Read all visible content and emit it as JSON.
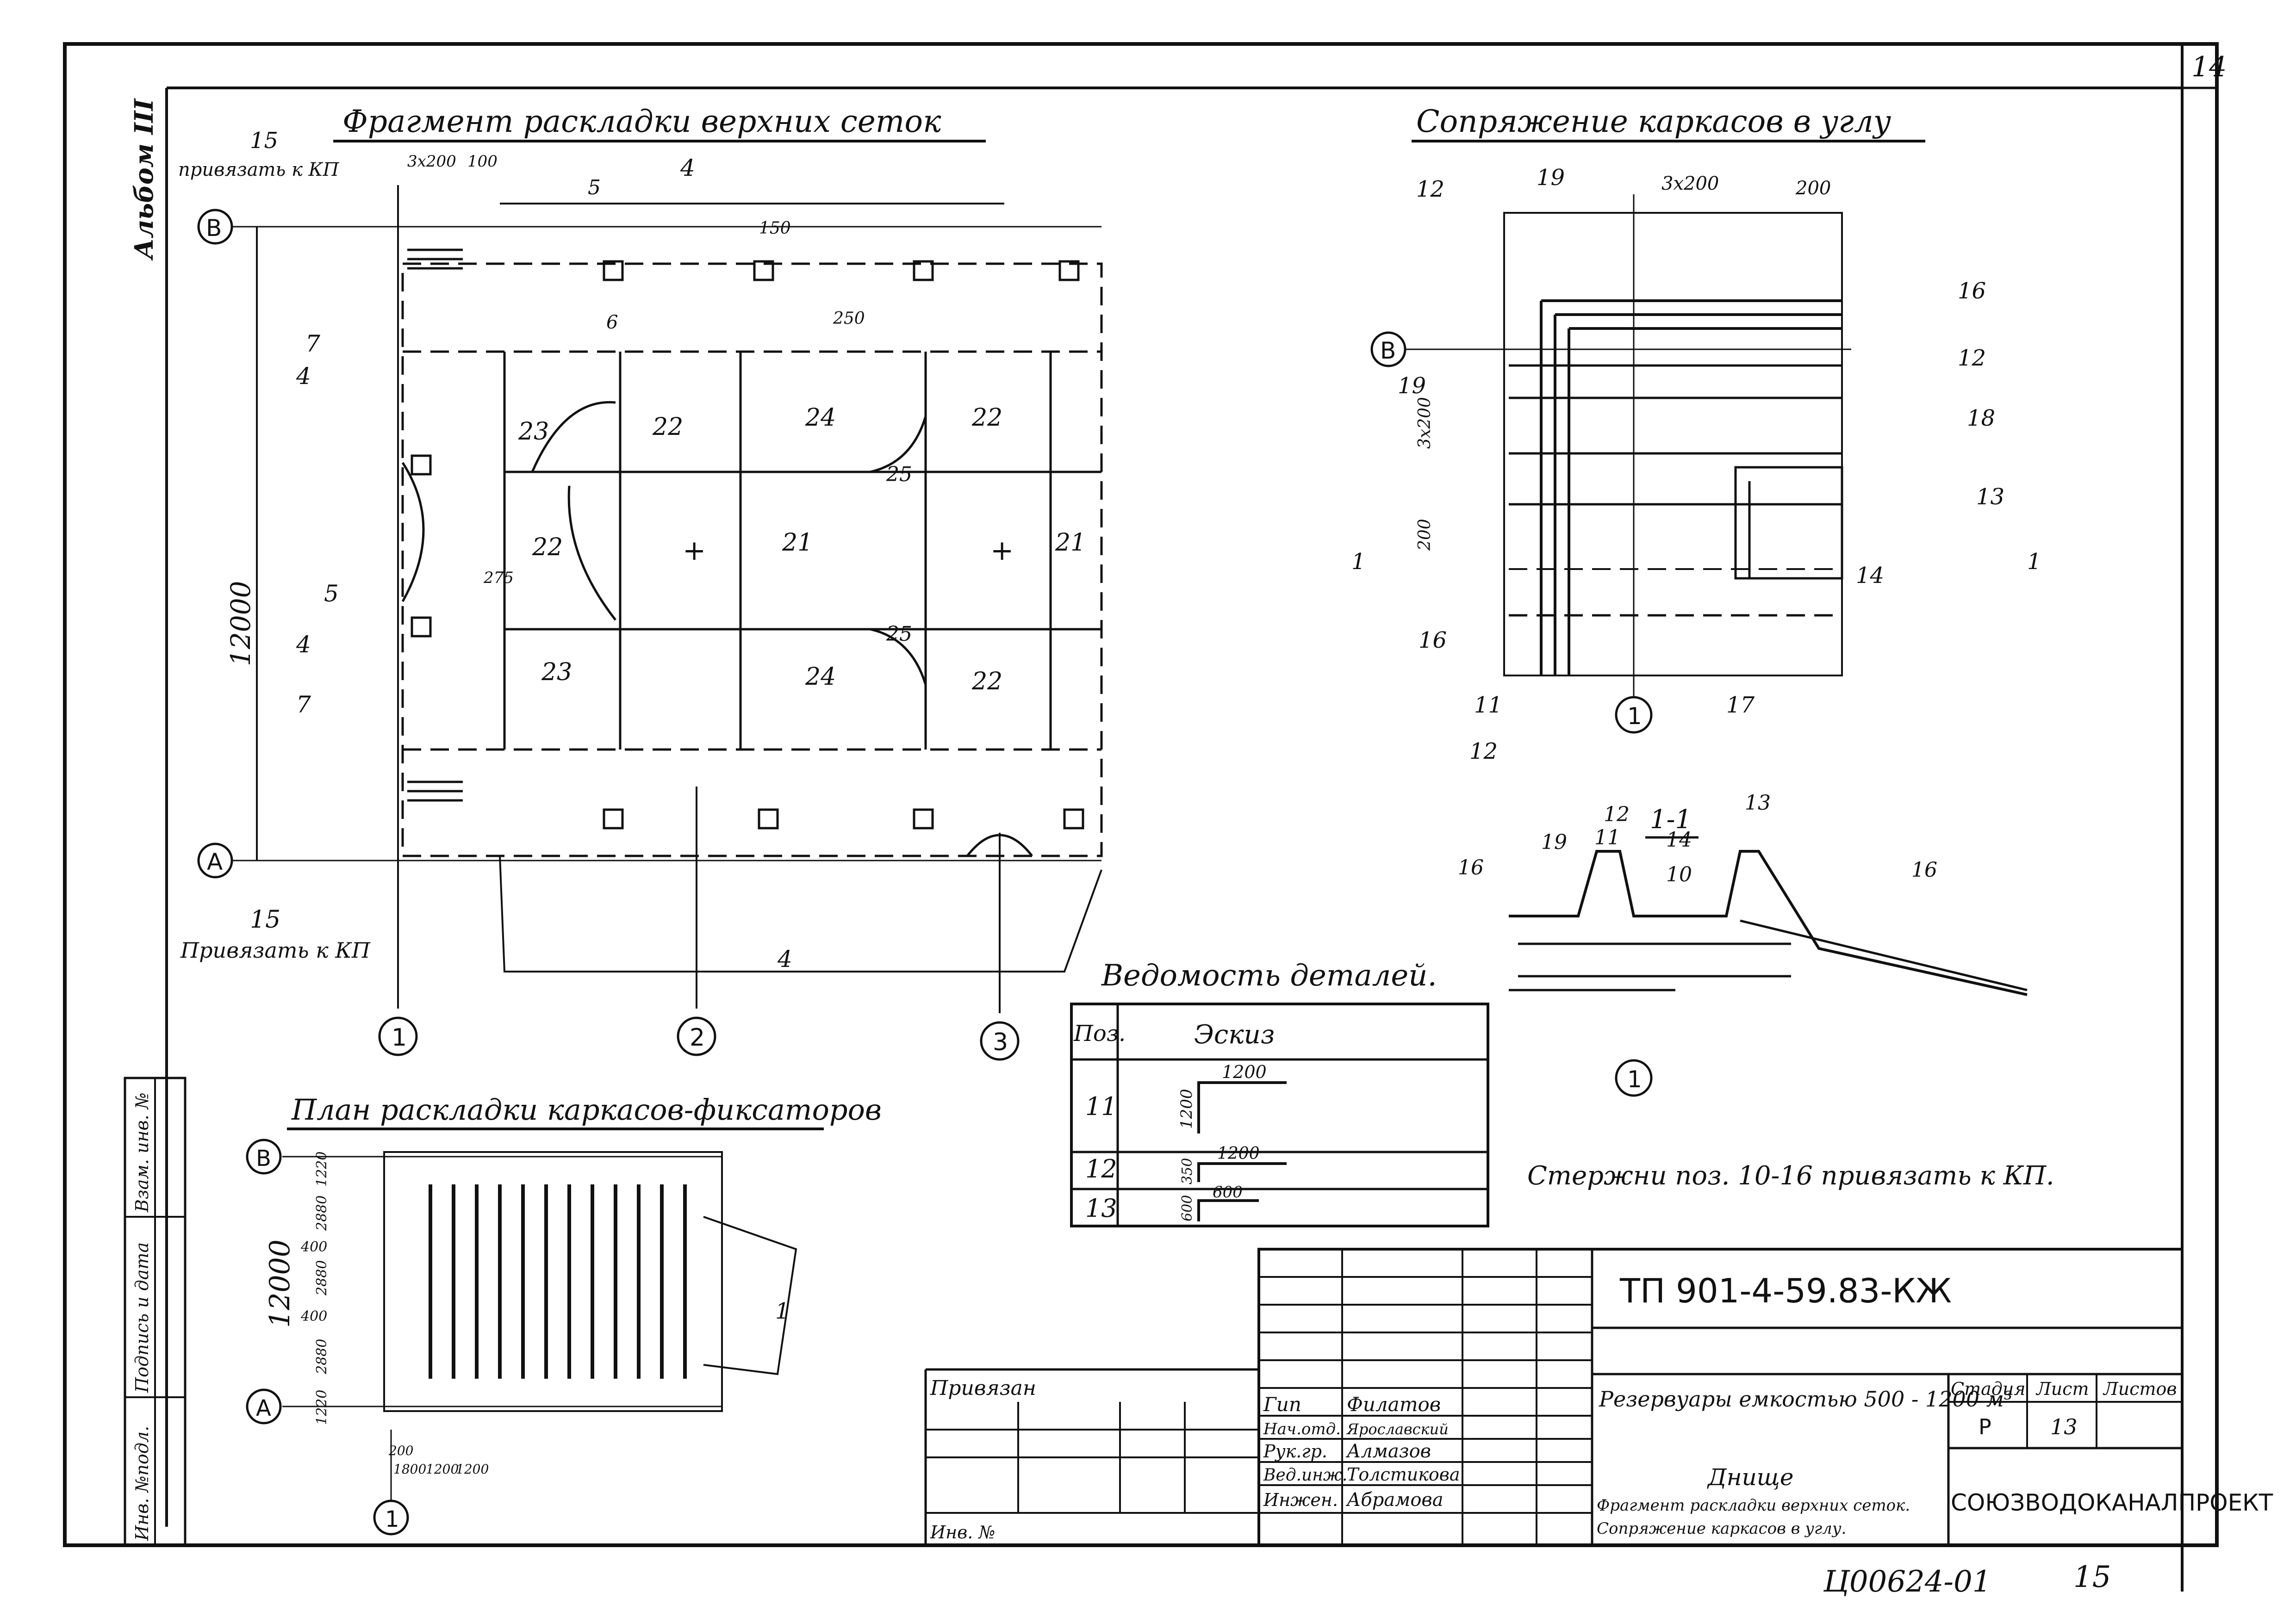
{
  "sheet_top_number": "14",
  "album_label": "Альбом III",
  "side_stamp": {
    "inv_podl": "Инв. №подл.",
    "podpis_data": "Подпись и дата",
    "vzam_inv": "Взам. инв. №"
  },
  "fragment": {
    "title": "Фрагмент раскладки верхних сеток",
    "axis_b": "В",
    "axis_a": "А",
    "axis_1": "1",
    "axis_2": "2",
    "axis_3": "3",
    "dim_left": "12000",
    "note_top": "привязать к КП",
    "note_bottom": "Привязать к КП",
    "labels": [
      "15",
      "15",
      "3x200",
      "100",
      "4",
      "4",
      "4",
      "4",
      "5",
      "5",
      "6",
      "7",
      "7",
      "150",
      "250",
      "275",
      "22",
      "22",
      "22",
      "22",
      "23",
      "23",
      "24",
      "24",
      "21",
      "21",
      "25",
      "25"
    ]
  },
  "corner": {
    "title": "Сопряжение каркасов в углу",
    "axis_b": "В",
    "axis_1": "1",
    "dims": [
      "3x200",
      "200",
      "3x200",
      "200"
    ],
    "pos": [
      "12",
      "19",
      "16",
      "12",
      "18",
      "13",
      "14",
      "19",
      "16",
      "11",
      "12",
      "17"
    ],
    "section_mark": "1"
  },
  "section": {
    "title": "1-1",
    "pos": [
      "12",
      "11",
      "13",
      "19",
      "14",
      "10",
      "16",
      "16"
    ],
    "axis_1": "1"
  },
  "note_rods": "Стержни поз. 10-16 привязать к КП.",
  "details": {
    "title": "Ведомость деталей.",
    "header": [
      "Поз.",
      "Эскиз"
    ],
    "rows": [
      {
        "pos": "11",
        "a": "1200",
        "b": "1200"
      },
      {
        "pos": "12",
        "a": "350",
        "b": "1200"
      },
      {
        "pos": "13",
        "a": "600",
        "b": "600"
      }
    ]
  },
  "plan": {
    "title": "План раскладки каркасов-фиксаторов",
    "axis_b": "В",
    "axis_a": "А",
    "axis_1": "1",
    "dim_total": "12000",
    "dims_left": [
      "1220",
      "2880",
      "400",
      "2880",
      "400",
      "2880",
      "1220"
    ],
    "dims_bottom": [
      "200",
      "1800",
      "1200",
      "1200"
    ],
    "leader": "1"
  },
  "title_block": {
    "code": "ТП 901-4-59.83-КЖ",
    "privyazan": "Привязан",
    "inv_no": "Инв. №",
    "roles": [
      "Гип",
      "Нач.отд.",
      "Рук.гр.",
      "Вед.инж.",
      "Инжен."
    ],
    "names": [
      "Филатов",
      "Ярославский",
      "Алмазов",
      "Толстикова",
      "Абрамова"
    ],
    "project": "Резервуары емкостью 500 - 1200 м³",
    "sheet_title": "Днище",
    "sheet_subtitle_1": "Фрагмент раскладки верхних сеток.",
    "sheet_subtitle_2": "Сопряжение каркасов в углу.",
    "stage_h": "Стадия",
    "sheet_h": "Лист",
    "sheets_h": "Листов",
    "stage": "Р",
    "sheet": "13",
    "org": "СОЮЗВОДОКАНАЛПРОЕКТ"
  },
  "footer": {
    "archive": "Ц00624-01",
    "page": "15"
  }
}
